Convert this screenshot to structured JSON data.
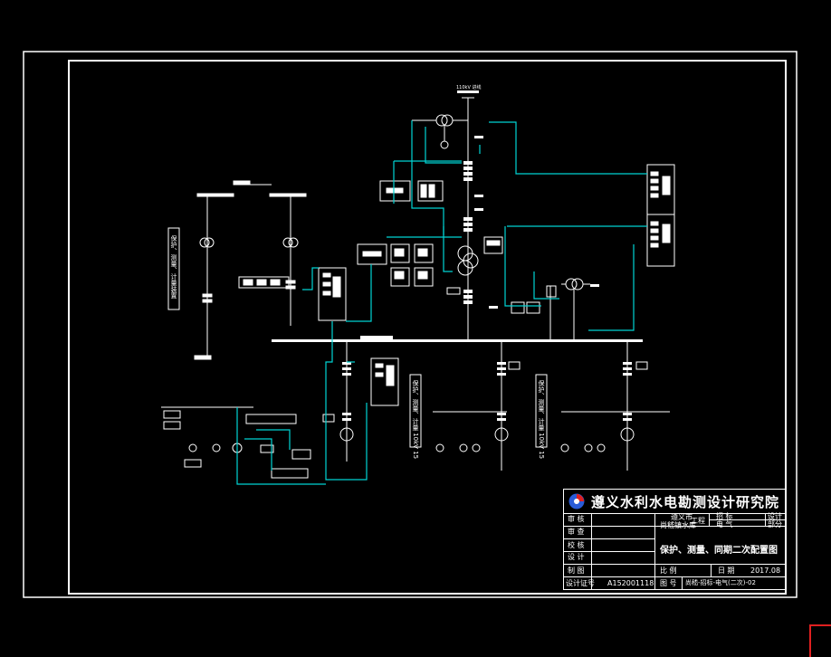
{
  "colors": {
    "background": "#000000",
    "frame": "#ffffff",
    "wire": "#00d4d4",
    "accent": "#e02020"
  },
  "diagram": {
    "incomer_label": "110kV 进线",
    "left_bay_label": "保护、测量、计量装置",
    "bay2_label": "保护、测量、计量 10kV 15",
    "bay3_label": "保护、测量、计量 10kV 15"
  },
  "title_block": {
    "institute": "遵义水利水电勘测设计研究院",
    "logo_icon": "institute-logo-icon",
    "rows": [
      {
        "label": "审 核"
      },
      {
        "label": "审 查"
      },
      {
        "label": "校 核"
      },
      {
        "label": "设 计"
      },
      {
        "label": "制 图"
      }
    ],
    "project_city": "遵义市",
    "project_name": "尚嵇镇水库",
    "project_suffix": "工程",
    "stage": "招 标",
    "stage_suffix": "设计",
    "discipline": "电 气",
    "discipline_suffix": "部分",
    "drawing_title": "保护、测量、同期二次配置图",
    "scale_label": "比 例",
    "date_label": "日 期",
    "date_value": "2017.08",
    "cert_label": "设计证号",
    "cert_value": "A152001118",
    "drawing_no_label": "图 号",
    "drawing_no_value": "尚嵇-招标-电气(二次)-02"
  }
}
